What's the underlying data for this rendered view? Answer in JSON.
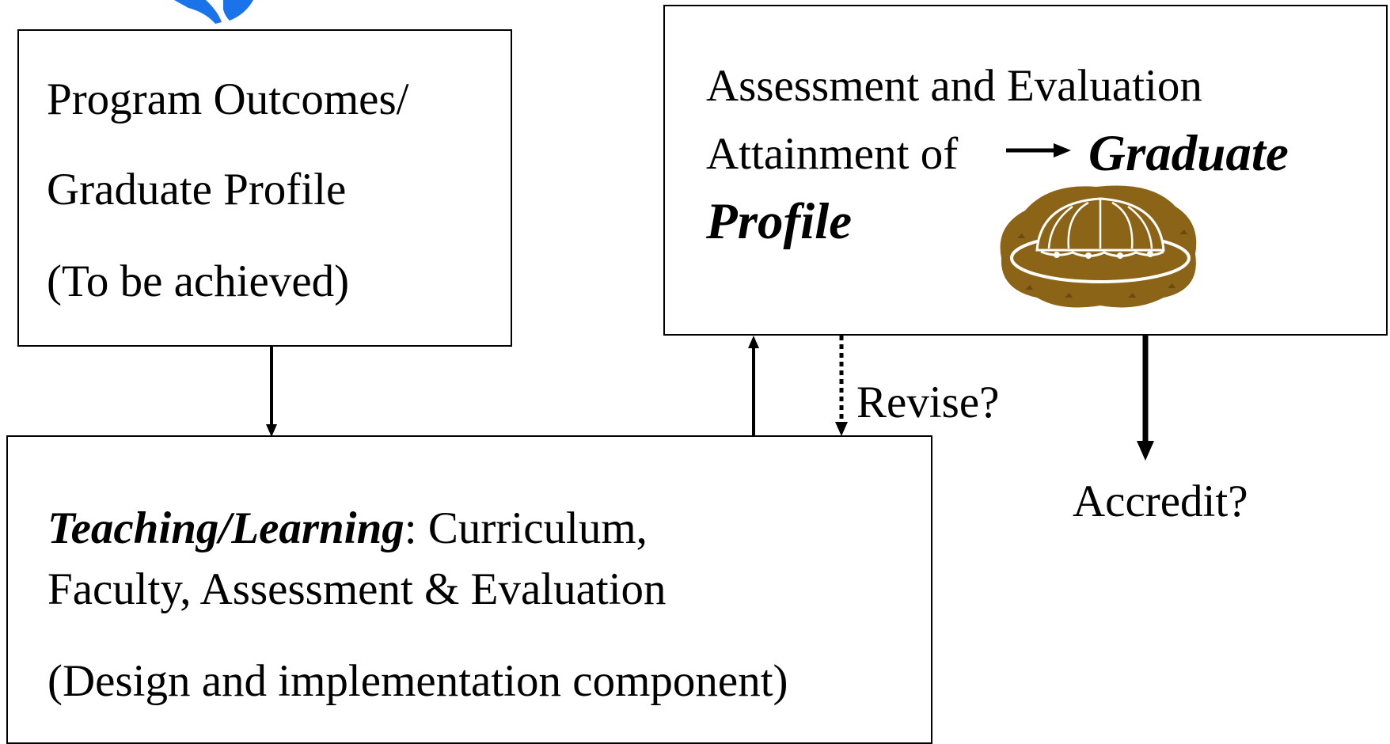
{
  "boxes": {
    "outcomes": {
      "line1": "Program Outcomes/",
      "line2": "Graduate Profile",
      "line3": "(To be achieved)"
    },
    "assessment": {
      "line1": "Assessment and Evaluation",
      "line2_prefix": "Attainment of",
      "line2_emphasis": "Graduate",
      "line3_emphasis": "Profile"
    },
    "teaching": {
      "emphasis": "Teaching/Learning",
      "line1_rest": ": Curriculum,",
      "line2": "Faculty, Assessment & Evaluation",
      "line3": "(Design and implementation component)"
    }
  },
  "labels": {
    "revise": "Revise?",
    "accredit": "Accredit?"
  },
  "colors": {
    "pudding_fill": "#8c6418",
    "pudding_outline": "#ffffff",
    "blue_fragment": "#1a73e8"
  },
  "icons": [
    "pudding-clipart-icon",
    "blue-logo-fragment"
  ]
}
